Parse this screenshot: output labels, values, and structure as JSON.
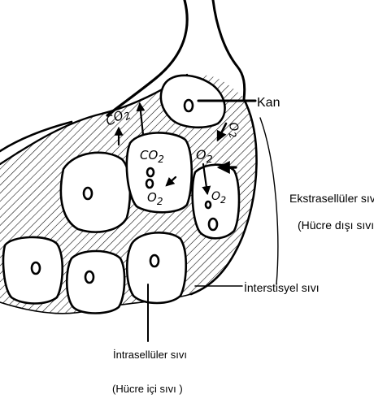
{
  "labels": {
    "kan": "Kan",
    "ekstra_line1": "Ekstrasellüler sıvı",
    "ekstra_line2": "(Hücre dışı sıvı)",
    "interstisyel": "İnterstisyel sıvı",
    "intra_line1": "İntrasellüler sıvı",
    "intra_line2": "(Hücre içi sıvı )"
  },
  "gases": {
    "co2_top": "CO2",
    "co2_cell": "CO2",
    "o2_cell": "O2",
    "o2_middle": "O2",
    "o2_vessel": "O2",
    "o2_right_cell": "O2"
  },
  "colors": {
    "ink": "#000000",
    "background": "#ffffff"
  }
}
